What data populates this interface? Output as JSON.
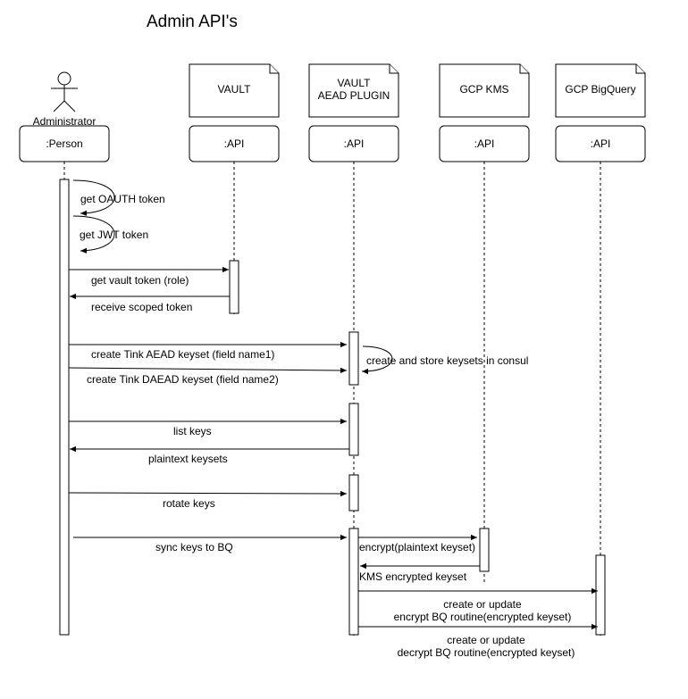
{
  "title": "Admin API's",
  "actor": {
    "name": "Administrator",
    "label": ":Person"
  },
  "participants": [
    {
      "name": "VAULT",
      "label": ":API"
    },
    {
      "name": "VAULT\nAEAD PLUGIN",
      "label": ":API"
    },
    {
      "name": "GCP KMS",
      "label": ":API"
    },
    {
      "name": "GCP BigQuery",
      "label": ":API"
    }
  ],
  "messages": [
    "get OAUTH token",
    "get JWT token",
    "get vault token (role)",
    "receive scoped token",
    "create Tink AEAD keyset (field name1)",
    "create Tink DAEAD keyset (field name2)",
    "create and store keysets in consul",
    "list keys",
    "plaintext keysets",
    "rotate keys",
    "sync keys to BQ",
    "encrypt(plaintext keyset)",
    "KMS encrypted keyset",
    "create or update\nencrypt BQ routine(encrypted keyset)",
    "create or update\ndecrypt BQ routine(encrypted keyset)"
  ]
}
